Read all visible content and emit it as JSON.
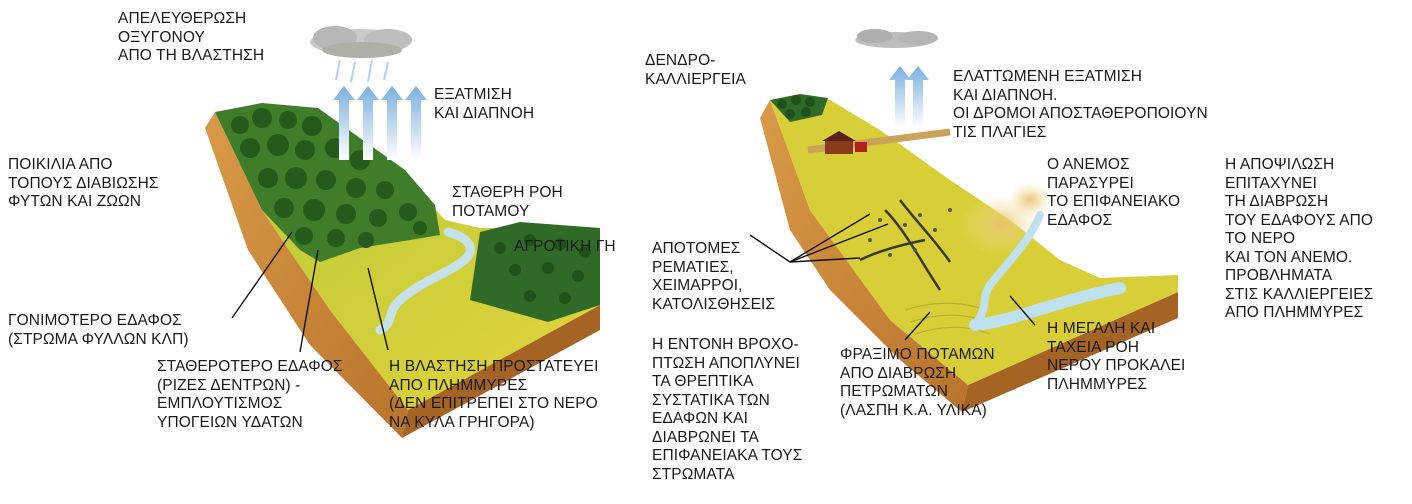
{
  "left_panel": {
    "labels": {
      "oxygen": "ΑΠΕΛΕΥΘΕΡΩΣΗ\nΟΞΥΓΟΝΟΥ\nΑΠΟ ΤΗ ΒΛΑΣΤΗΣΗ",
      "evaporation": "ΕΞΑΤΜΙΣΗ\nΚΑΙ ΔΙΑΠΝΟΗ",
      "habitats": "ΠΟΙΚΙΛΙΑ ΑΠΟ\nΤΟΠΟΥΣ ΔΙΑΒΙΩΣΗΣ\nΦΥΤΩΝ ΚΑΙ ΖΩΩΝ",
      "steady_flow": "ΣΤΑΘΕΡΗ ΡΟΗ\nΠΟΤΑΜΟΥ",
      "farmland": "ΑΓΡΟΤΙΚΗ ΓΗ",
      "fertile_soil": "ΓΟΝΙΜΟΤΕΡΟ ΕΔΑΦΟΣ\n(ΣΤΡΩΜΑ ΦΥΛΛΩΝ ΚΛΠ)",
      "stable_soil": "ΣΤΑΘΕΡΟΤΕΡΟ ΕΔΑΦΟΣ\n(ΡΙΖΕΣ ΔΕΝΤΡΩΝ) -\nΕΜΠΛΟΥΤΙΣΜΟΣ\nΥΠΟΓΕΙΩΝ ΥΔΑΤΩΝ",
      "flood_protection": "Η ΒΛΑΣΤΗΣΗ ΠΡΟΣΤΑΤΕΥΕΙ\nΑΠΟ ΠΛΗΜΜΥΡΕΣ\n(ΔΕΝ ΕΠΙΤΡΕΠΕΙ ΣΤΟ ΝΕΡΟ\nΝΑ ΚΥΛΑ ΓΡΗΓΟΡΑ)"
    }
  },
  "right_panel": {
    "labels": {
      "tree_farming": "ΔΕΝΔΡΟ-\nΚΑΛΛΙΕΡΓΕΙΑ",
      "reduced_evaporation": "ΕΛΑΤΤΩΜΕΝΗ ΕΞΑΤΜΙΣΗ\nΚΑΙ ΔΙΑΠΝΟΗ.\nΟΙ ΔΡΟΜΟΙ ΑΠΟΣΤΑΘΕΡΟΠΟΙΟΥΝ\nΤΙΣ ΠΛΑΓΙΕΣ",
      "wind": "Ο ΑΝΕΜΟΣ\nΠΑΡΑΣΥΡΕΙ\nΤΟ ΕΠΙΦΑΝΕΙΑΚΟ\nΕΔΑΦΟΣ",
      "deforestation": "Η ΑΠΟΨΙΛΩΣΗ\nΕΠΙΤΑΧΥΝΕΙ\nΤΗ ΔΙΑΒΡΩΣΗ\nΤΟΥ ΕΔΑΦΟΥΣ ΑΠΟ\nΤΟ ΝΕΡΟ\nΚΑΙ ΤΟΝ ΑΝΕΜΟ.\nΠΡΟΒΛΗΜΑΤΑ\nΣΤΙΣ ΚΑΛΛΙΕΡΓΕΙΕΣ\nΑΠΟ ΠΛΗΜΜΥΡΕΣ",
      "ravines": "ΑΠΟΤΟΜΕΣ\nΡΕΜΑΤΙΕΣ,\nΧΕΙΜΑΡΡΟΙ,\nΚΑΤΟΛΙΣΘΗΣΕΙΣ",
      "heavy_rain": "Η ΕΝΤΟΝΗ ΒΡΟΧΟ-\nΠΤΩΣΗ ΑΠΟΠΛΥΝΕΙ\nΤΑ ΘΡΕΠΤΙΚΑ\nΣΥΣΤΑΤΙΚΑ ΤΩΝ\nΕΔΑΦΩΝ ΚΑΙ\nΔΙΑΒΡΩΝΕΙ ΤΑ\nΕΠΙΦΑΝΕΙΑΚΑ ΤΟΥΣ\nΣΤΡΩΜΑΤΑ",
      "river_blocking": "ΦΡΑΞΙΜΟ ΠΟΤΑΜΩΝ\nΑΠΟ ΔΙΑΒΡΩΣΗ\nΠΕΤΡΩΜΑΤΩΝ\n(ΛΑΣΠΗ Κ.Α. ΥΛΙΚΑ)",
      "fast_flow": "Η ΜΕΓΑΛΗ ΚΑΙ\nΤΑΧΕΙΑ ΡΟΗ\nΝΕΡΟΥ ΠΡΟΚΑΛΕΙ\nΠΛΗΜΜΥΡΕΣ"
    }
  },
  "colors": {
    "soil": "#d08a3a",
    "grass": "#c9c82a",
    "forest": "#2f6e22",
    "water": "#cfe6ef",
    "arrow": "#79aee0"
  }
}
